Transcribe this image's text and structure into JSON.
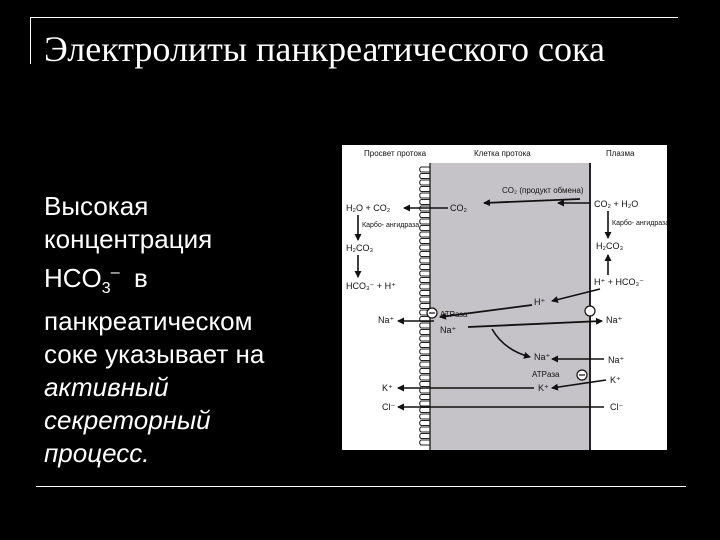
{
  "slide": {
    "title": "Электролиты панкреатического сока",
    "body": {
      "line1": "Высокая",
      "line2": "концентрация",
      "hco3_base": "HCO",
      "hco3_sub": "3",
      "hco3_sup": "–",
      "hco3_rest": "в",
      "line4": "панкреатическом",
      "line5": "соке указывает на",
      "line6": "активный",
      "line7": "секреторный",
      "line8": "процесс."
    }
  },
  "diagram": {
    "headers": {
      "lumen": "Просвет протока",
      "cell": "Клетка протока",
      "plasma": "Плазма"
    },
    "labels": {
      "h2o_co2_left": "H₂O + CO₂",
      "co2_left": "CO₂",
      "co2_exchange": "CO₂ (продукт обмена)",
      "h2o_co2_right": "CO₂ + H₂O",
      "carbo_left": "Карбо- ангидраза",
      "carbo_right": "Карбо- ангидраза",
      "h2co3_left": "H₂CO₃",
      "h2co3_right": "H₂CO₃",
      "hco3_h_left": "HCO₃⁻ + H⁺",
      "h_hco3_right": "H⁺ + HCO₃⁻",
      "h_plus": "H⁺",
      "atpase_top": "ATPаза",
      "na_lumen": "Na⁺",
      "na_cell_top": "Na⁺",
      "na_plasma_top": "Na⁺",
      "na_cell_bottom": "Na⁺",
      "na_plasma_bottom": "Na⁺",
      "atpase_bottom": "ATPаза",
      "k_lumen": "K⁺",
      "k_cell": "K⁺",
      "k_plasma": "K⁺",
      "cl_lumen": "Cl⁻",
      "cl_plasma": "Cl⁻"
    }
  }
}
